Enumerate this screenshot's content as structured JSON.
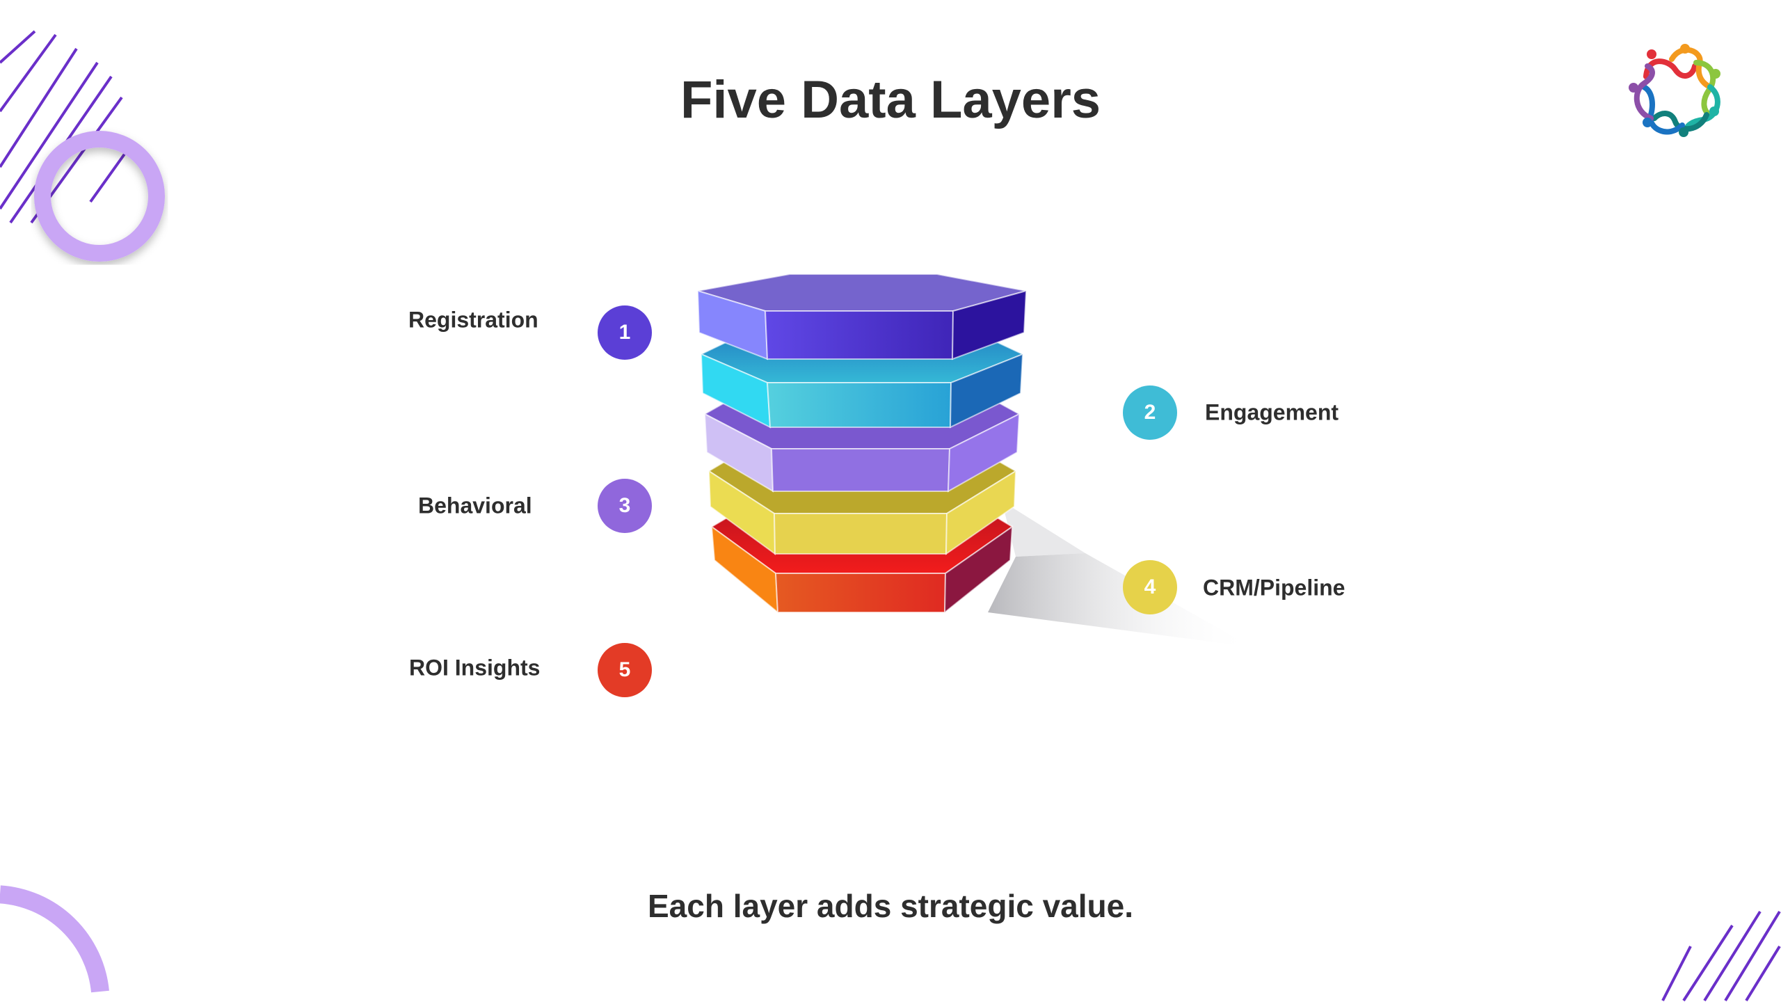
{
  "title": "Five Data Layers",
  "subtitle": "Each layer adds strategic value.",
  "layers": [
    {
      "number": "1",
      "label": "Registration",
      "color": "#5b3fd6"
    },
    {
      "number": "2",
      "label": "Engagement",
      "color": "#3fbcd6"
    },
    {
      "number": "3",
      "label": "Behavioral",
      "color": "#9067dc"
    },
    {
      "number": "4",
      "label": "CRM/Pipeline",
      "color": "#e6d24a"
    },
    {
      "number": "5",
      "label": "ROI Insights",
      "color": "#e33b26"
    }
  ],
  "logo_icon": "people-circle-logo",
  "accent_decoration_color": "#c9a6f5"
}
